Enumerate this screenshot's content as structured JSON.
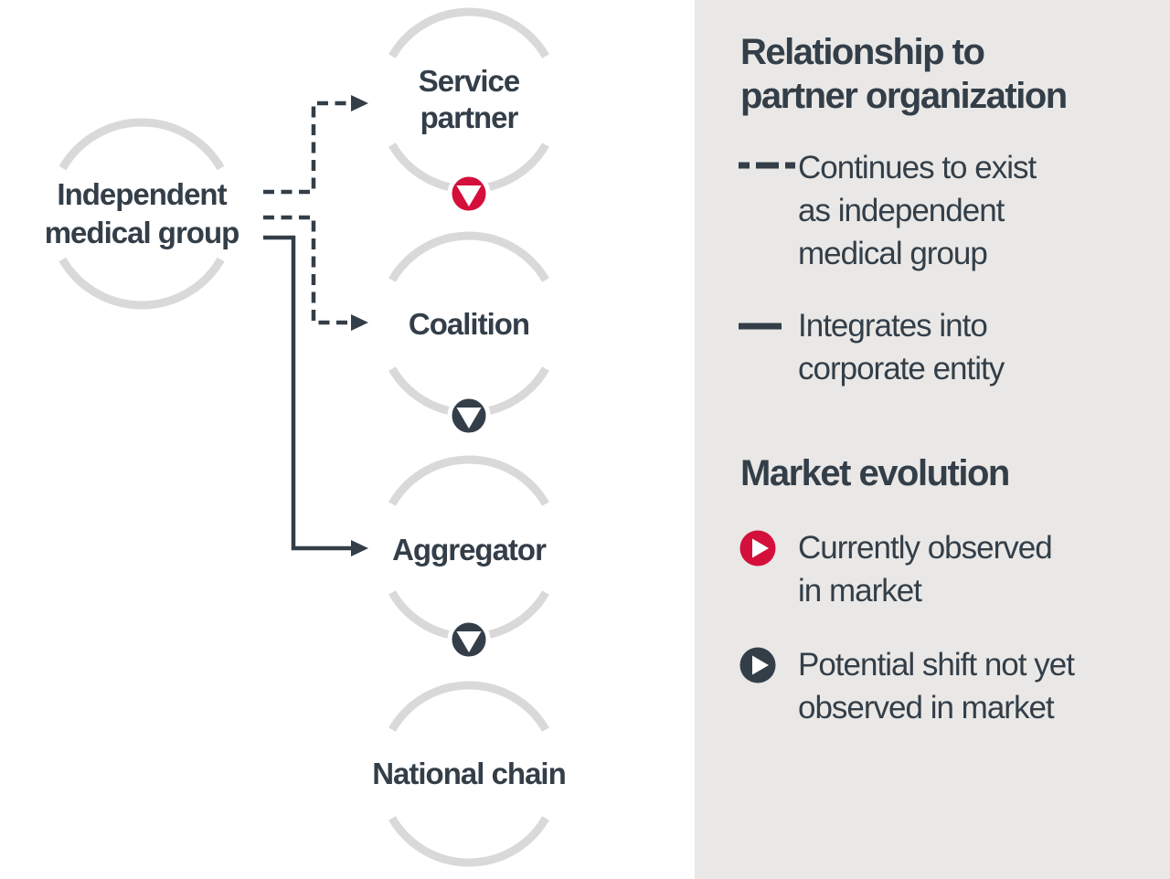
{
  "colors": {
    "red": "#d50f3c",
    "dark_slate": "#333e48",
    "ring_gray": "#d9d9d9",
    "panel_background": "#e9e8e6",
    "white": "#ffffff"
  },
  "diagram": {
    "source_node": {
      "label_line1": "Independent",
      "label_line2": "medical group"
    },
    "partner_nodes": [
      {
        "label_line1": "Service",
        "label_line2": "partner",
        "marker": "currently-observed"
      },
      {
        "label": "Coalition",
        "marker": "potential-shift"
      },
      {
        "label": "Aggregator",
        "marker": "potential-shift"
      },
      {
        "label": "National chain",
        "marker": "none"
      }
    ],
    "connections": [
      {
        "from": "Independent medical group",
        "to": "Service partner",
        "style": "dashed"
      },
      {
        "from": "Independent medical group",
        "to": "Coalition",
        "style": "dashed"
      },
      {
        "from": "Independent medical group",
        "to": "Aggregator",
        "style": "solid"
      }
    ]
  },
  "legend": {
    "relationship": {
      "title_line1": "Relationship to",
      "title_line2": "partner organization",
      "items": [
        {
          "glyph": "dashed-line",
          "line1": "Continues to exist",
          "line2": "as independent",
          "line3": "medical group"
        },
        {
          "glyph": "solid-line",
          "line1": "Integrates into",
          "line2": "corporate entity"
        }
      ]
    },
    "market": {
      "title": "Market evolution",
      "items": [
        {
          "glyph": "red-play",
          "line1": "Currently observed",
          "line2": "in market"
        },
        {
          "glyph": "dark-play",
          "line1": "Potential shift not yet",
          "line2": "observed in market"
        }
      ]
    }
  }
}
